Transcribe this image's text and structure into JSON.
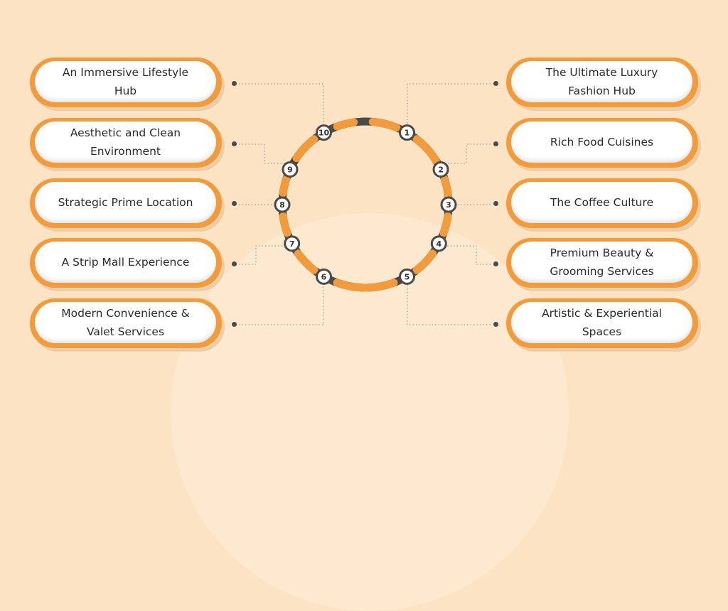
{
  "items": [
    {
      "num": "1",
      "label": "The Ultimate Luxury Fashion Hub"
    },
    {
      "num": "2",
      "label": "Rich Food Cuisines"
    },
    {
      "num": "3",
      "label": "The Coffee Culture"
    },
    {
      "num": "4",
      "label": "Premium Beauty & Grooming Services"
    },
    {
      "num": "5",
      "label": "Artistic & Experiential Spaces"
    },
    {
      "num": "6",
      "label": "Modern Convenience & Valet Services"
    },
    {
      "num": "7",
      "label": "A Strip Mall Experience"
    },
    {
      "num": "8",
      "label": "Strategic Prime Location"
    },
    {
      "num": "9",
      "label": "Aesthetic and Clean Environment"
    },
    {
      "num": "10",
      "label": "An Immersive Lifestyle Hub"
    }
  ],
  "colors": {
    "background": "#fce3c3",
    "accent": "#f39b3a",
    "ring_dark": "#4a4a4a",
    "card": "#ffffff"
  }
}
